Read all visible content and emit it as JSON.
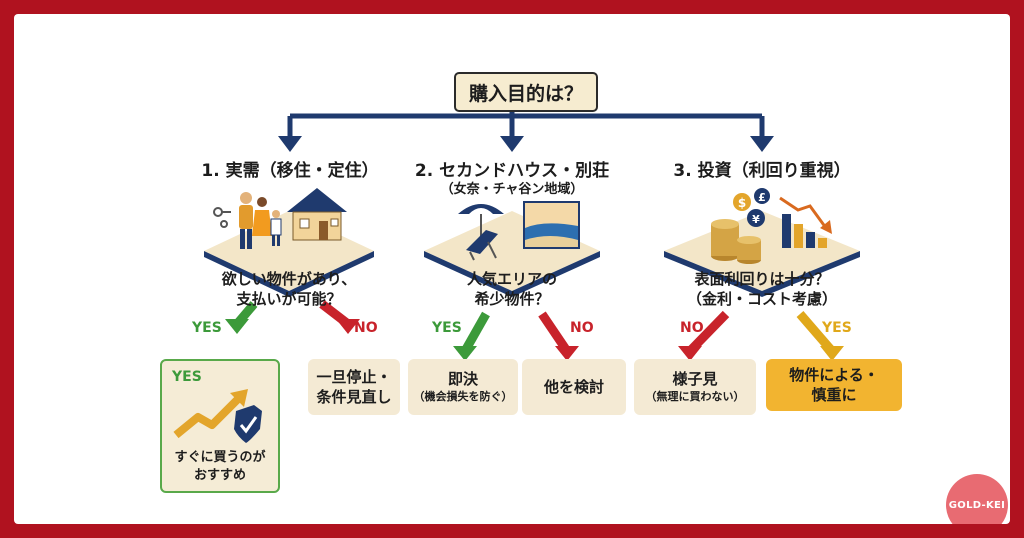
{
  "root": {
    "label": "購入目的は？"
  },
  "columns": [
    {
      "title": "1. 実需（移住・定住）",
      "subtitle": "",
      "question": [
        "欲しい物件があり、",
        "支払いが可能？"
      ]
    },
    {
      "title": "2. セカンドハウス・別荘",
      "subtitle": "（女奈・チャ谷ン地域）",
      "question": [
        "人気エリアの",
        "希少物件？"
      ]
    },
    {
      "title": "3. 投資（利回り重視）",
      "subtitle": "",
      "question": [
        "表面利回りは十分？",
        "（金利・コスト考慮）"
      ]
    }
  ],
  "branches": {
    "yes": "YES",
    "no": "NO"
  },
  "results": {
    "c1_yes": {
      "badge": "YES",
      "text": [
        "すぐに買うのが",
        "おすすめ"
      ]
    },
    "c1_no": {
      "text": [
        "一旦停止・",
        "条件見直し"
      ]
    },
    "c2_yes": {
      "text": "即決",
      "sub": "（機会損失を防ぐ）"
    },
    "c2_no": {
      "text": "他を検討"
    },
    "c3_no": {
      "text": "様子見",
      "sub": "（無理に買わない）"
    },
    "c3_yes": {
      "text": [
        "物件による・",
        "慎重に"
      ]
    }
  },
  "icons": {
    "c1": [
      "family-icon",
      "keys-icon",
      "house-icon"
    ],
    "c2": [
      "beach-chair-icon",
      "sea-view-icon"
    ],
    "c3": [
      "coins-icon",
      "currency-icon",
      "falling-chart-icon"
    ],
    "c1_yes": [
      "rising-arrow-icon",
      "shield-check-icon"
    ]
  },
  "colors": {
    "frame": "#b0121f",
    "navy": "#1f3a6e",
    "yes_green": "#3c9a3a",
    "no_red": "#c8232b",
    "yes_gold": "#e0a81a",
    "result_bg": "#f4ead4",
    "result_gold": "#f2b430"
  },
  "watermark": "GOLD-KEI"
}
